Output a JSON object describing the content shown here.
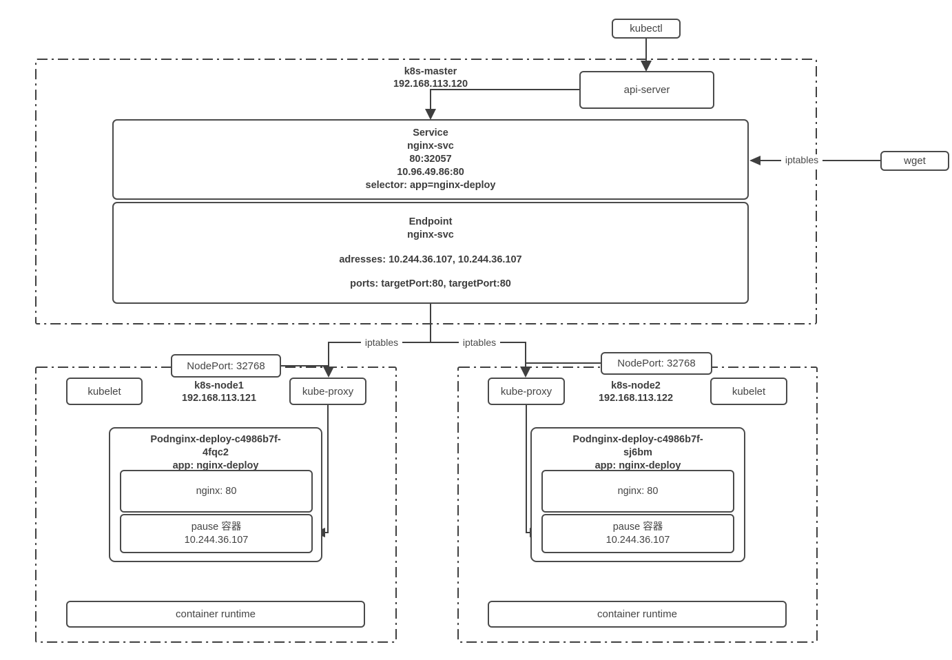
{
  "external": {
    "kubectl": "kubectl",
    "wget": "wget",
    "iptables_wget_label": "iptables"
  },
  "master": {
    "name": "k8s-master",
    "ip": "192.168.113.120",
    "api_server": "api-server",
    "service": {
      "title": "Service",
      "name": "nginx-svc",
      "nodeport_mapping": "80:32057",
      "cluster_ip": "10.96.49.86:80",
      "selector": "selector: app=nginx-deploy"
    },
    "endpoint": {
      "title": "Endpoint",
      "name": "nginx-svc",
      "addresses": "adresses: 10.244.36.107, 10.244.36.107",
      "ports": "ports: targetPort:80, targetPort:80"
    }
  },
  "flow": {
    "iptables_left": "iptables",
    "iptables_right": "iptables"
  },
  "node1": {
    "name": "k8s-node1",
    "ip": "192.168.113.121",
    "nodeport": "NodePort: 32768",
    "kubelet": "kubelet",
    "kube_proxy": "kube-proxy",
    "pod": {
      "title_line1": "Podnginx-deploy-c4986b7f-",
      "title_line2": "4fqc2",
      "title_line3": "app: nginx-deploy",
      "nginx_container": "nginx: 80",
      "pause_line1": "pause 容器",
      "pause_line2": "10.244.36.107"
    },
    "container_runtime": "container runtime"
  },
  "node2": {
    "name": "k8s-node2",
    "ip": "192.168.113.122",
    "nodeport": "NodePort: 32768",
    "kubelet": "kubelet",
    "kube_proxy": "kube-proxy",
    "pod": {
      "title_line1": "Podnginx-deploy-c4986b7f-",
      "title_line2": "sj6bm",
      "title_line3": "app: nginx-deploy",
      "nginx_container": "nginx: 80",
      "pause_line1": "pause 容器",
      "pause_line2": "10.244.36.107"
    },
    "container_runtime": "container runtime"
  }
}
